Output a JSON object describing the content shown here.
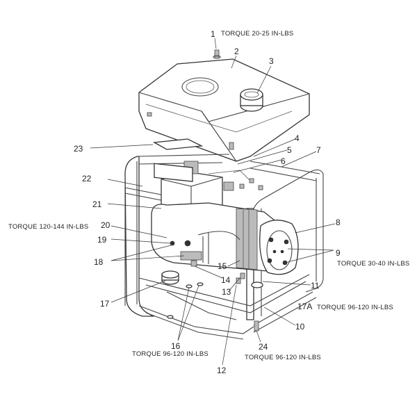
{
  "callouts": [
    {
      "id": "c1",
      "label": "1"
    },
    {
      "id": "c2",
      "label": "2"
    },
    {
      "id": "c3",
      "label": "3"
    },
    {
      "id": "c4",
      "label": "4"
    },
    {
      "id": "c5",
      "label": "5"
    },
    {
      "id": "c6",
      "label": "6"
    },
    {
      "id": "c7",
      "label": "7"
    },
    {
      "id": "c8",
      "label": "8"
    },
    {
      "id": "c9",
      "label": "9"
    },
    {
      "id": "c10",
      "label": "10"
    },
    {
      "id": "c11",
      "label": "11"
    },
    {
      "id": "c12",
      "label": "12"
    },
    {
      "id": "c13",
      "label": "13"
    },
    {
      "id": "c14",
      "label": "14"
    },
    {
      "id": "c15",
      "label": "15"
    },
    {
      "id": "c16",
      "label": "16"
    },
    {
      "id": "c17",
      "label": "17"
    },
    {
      "id": "c17a",
      "label": "17A"
    },
    {
      "id": "c18",
      "label": "18"
    },
    {
      "id": "c19",
      "label": "19"
    },
    {
      "id": "c20",
      "label": "20"
    },
    {
      "id": "c21",
      "label": "21"
    },
    {
      "id": "c22",
      "label": "22"
    },
    {
      "id": "c23",
      "label": "23"
    },
    {
      "id": "c24",
      "label": "24"
    }
  ],
  "torque_notes": {
    "t1": "TORQUE 20-25 IN-LBS",
    "t20": "TORQUE 120-144 IN-LBS",
    "t9": "TORQUE 30-40 IN-LBS",
    "t17a": "TORQUE 96-120 IN-LBS",
    "t16": "TORQUE 96-120 IN-LBS",
    "t24": "TORQUE 96-120 IN-LBS"
  }
}
